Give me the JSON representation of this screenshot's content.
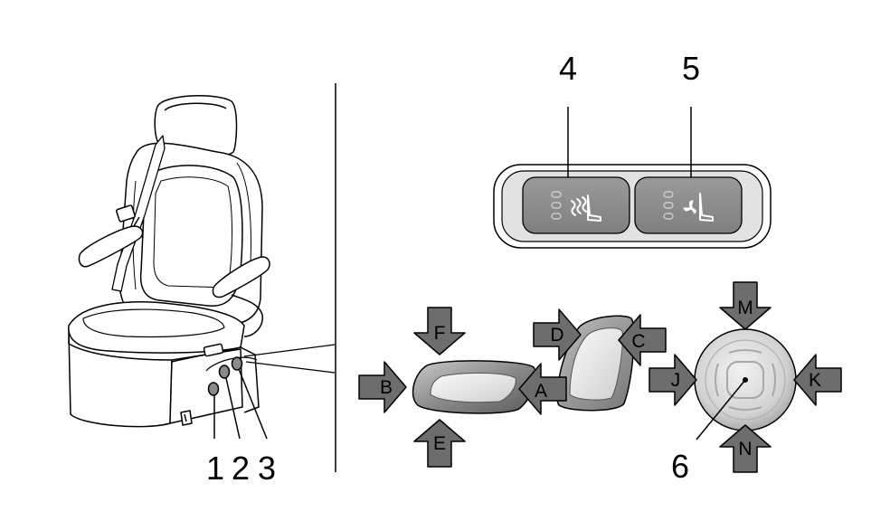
{
  "callouts": {
    "c1": "1",
    "c2": "2",
    "c3": "3",
    "c4": "4",
    "c5": "5",
    "c6": "6"
  },
  "arrows": {
    "a": "A",
    "b": "B",
    "c": "C",
    "d": "D",
    "e": "E",
    "f": "F",
    "j": "J",
    "k": "K",
    "m": "M",
    "n": "N"
  },
  "colors": {
    "arrow_fill": "#6d6d6d",
    "switch_fill": "#8e8e8e",
    "panel_fill": "#e2e2e2"
  },
  "icons": {
    "seat_heater": "seat-heater-icon",
    "seat_ventilation": "seat-ventilation-icon"
  }
}
